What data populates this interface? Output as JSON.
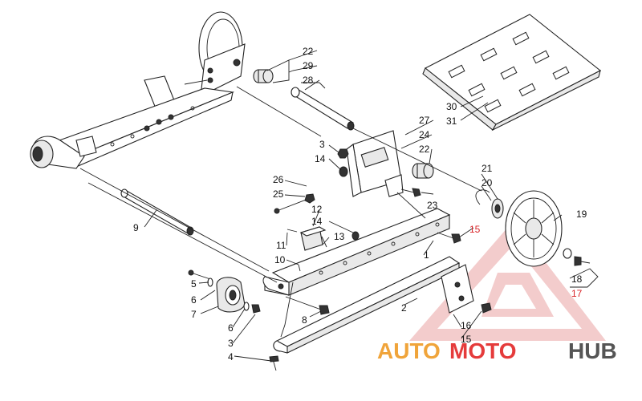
{
  "callouts": {
    "c1": "1",
    "c2": "2",
    "c3a": "3",
    "c3b": "3",
    "c4": "4",
    "c5": "5",
    "c6a": "6",
    "c6b": "6",
    "c7": "7",
    "c8": "8",
    "c9": "9",
    "c10": "10",
    "c11": "11",
    "c12": "12",
    "c13": "13",
    "c14a": "14",
    "c14b": "14",
    "c15a": "15",
    "c15b": "15",
    "c16": "16",
    "c17": "17",
    "c18": "18",
    "c19": "19",
    "c20": "20",
    "c21": "21",
    "c22a": "22",
    "c22b": "22",
    "c23": "23",
    "c24": "24",
    "c25": "25",
    "c26": "26",
    "c27": "27",
    "c28": "28",
    "c29": "29",
    "c30": "30",
    "c31": "31"
  },
  "watermark": {
    "part1": "AUTO",
    "part2": "MOTO",
    "part3": "HUB",
    "colors": {
      "auto": "#f0a43a",
      "moto": "#e53b3b",
      "hub": "#555555",
      "triangle": "#e53b3b"
    }
  }
}
